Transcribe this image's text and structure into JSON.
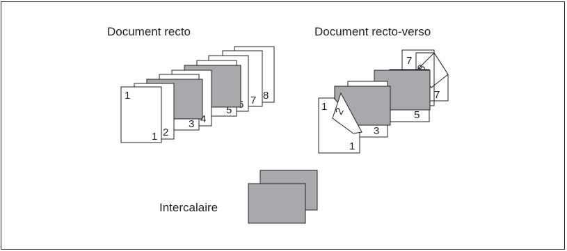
{
  "labels": {
    "simplex": "Document recto",
    "duplex": "Document recto-verso",
    "insert": "Intercalaire"
  },
  "simplex_page_numbers": [
    "1",
    "2",
    "3",
    "4",
    "5",
    "6",
    "7",
    "8"
  ],
  "duplex_page_numbers": [
    "1",
    "2",
    "3",
    "5",
    "7",
    "8"
  ],
  "colors": {
    "line": "#231f20",
    "paper": "#ffffff",
    "separator": "#a7a9ac"
  }
}
